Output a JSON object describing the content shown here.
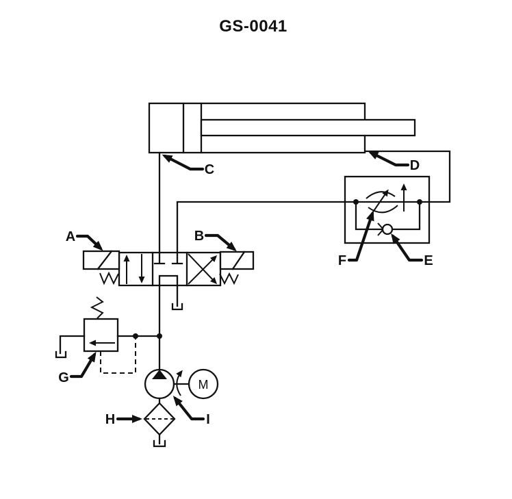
{
  "title": "GS-0041",
  "callouts": {
    "a": "A",
    "b": "B",
    "c": "C",
    "d": "D",
    "e": "E",
    "f": "F",
    "g": "G",
    "h": "H",
    "i": "I"
  },
  "motor_label": "M",
  "colors": {
    "ink": "#111111",
    "background": "#ffffff"
  }
}
